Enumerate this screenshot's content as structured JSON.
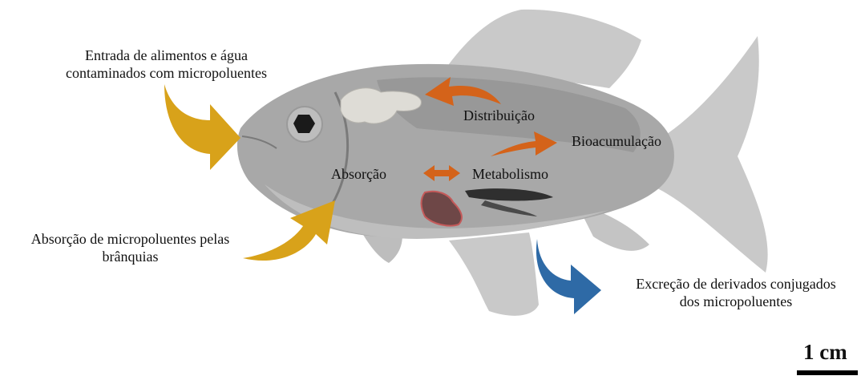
{
  "labels": {
    "input_food_line1": "Entrada de alimentos e água",
    "input_food_line2": "contaminados com  micropoluentes",
    "gill_line1": "Absorção de micropoluentes pelas",
    "gill_line2": "brânquias",
    "excretion_line1": "Excreção de derivados conjugados",
    "excretion_line2": "dos micropoluentes",
    "absorption": "Absorção",
    "metabolism": "Metabolismo",
    "distribution": "Distribuição",
    "bioaccumulation": "Bioacumulação"
  },
  "scale_bar": {
    "label": "1 cm"
  },
  "colors": {
    "fish_body": "#a8a8a8",
    "fish_fins": "#c9c9c9",
    "fish_dark": "#8a8a8a",
    "arrow_yellow": "#d8a21a",
    "arrow_orange": "#d4631a",
    "arrow_blue": "#2e6aa6"
  }
}
